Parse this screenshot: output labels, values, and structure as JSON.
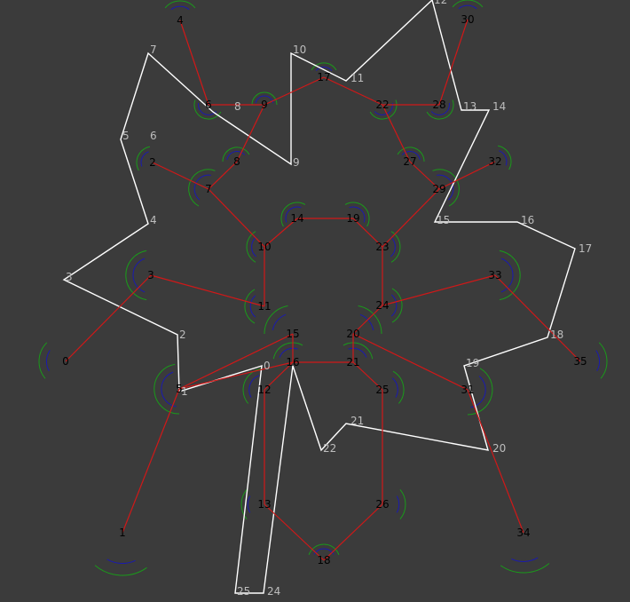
{
  "colors": {
    "background": "#3b3b3b",
    "edge": "#d01818",
    "polygon": "#ffffff",
    "arc_primary": "#1a9a1a",
    "arc_secondary": "#1a1ab0",
    "node_label": "#000000",
    "polygon_label": "#bdbdbd"
  },
  "nodes": [
    {
      "id": "0",
      "label": "0"
    },
    {
      "id": "1",
      "label": "1"
    },
    {
      "id": "2",
      "label": "2"
    },
    {
      "id": "3",
      "label": "3"
    },
    {
      "id": "4",
      "label": "4"
    },
    {
      "id": "5",
      "label": "5"
    },
    {
      "id": "6",
      "label": "6"
    },
    {
      "id": "7",
      "label": "7"
    },
    {
      "id": "8",
      "label": "8"
    },
    {
      "id": "9",
      "label": "9"
    },
    {
      "id": "10",
      "label": "10"
    },
    {
      "id": "11",
      "label": "11"
    },
    {
      "id": "12",
      "label": "12"
    },
    {
      "id": "13",
      "label": "13"
    },
    {
      "id": "14",
      "label": "14"
    },
    {
      "id": "15",
      "label": "15"
    },
    {
      "id": "16",
      "label": "16"
    },
    {
      "id": "17",
      "label": "17"
    },
    {
      "id": "18",
      "label": "18"
    },
    {
      "id": "19",
      "label": "19"
    },
    {
      "id": "20",
      "label": "20"
    },
    {
      "id": "21",
      "label": "21"
    },
    {
      "id": "22",
      "label": "22"
    },
    {
      "id": "23",
      "label": "23"
    },
    {
      "id": "24",
      "label": "24"
    },
    {
      "id": "25",
      "label": "25"
    },
    {
      "id": "26",
      "label": "26"
    },
    {
      "id": "27",
      "label": "27"
    },
    {
      "id": "28",
      "label": "28"
    },
    {
      "id": "29",
      "label": "29"
    },
    {
      "id": "30",
      "label": "30"
    },
    {
      "id": "31",
      "label": "31"
    },
    {
      "id": "32",
      "label": "32"
    },
    {
      "id": "33",
      "label": "33"
    },
    {
      "id": "34",
      "label": "34"
    },
    {
      "id": "35",
      "label": "35"
    }
  ],
  "edges": [
    [
      "0",
      "3"
    ],
    [
      "3",
      "11"
    ],
    [
      "11",
      "10"
    ],
    [
      "10",
      "7"
    ],
    [
      "7",
      "2"
    ],
    [
      "7",
      "8"
    ],
    [
      "8",
      "9"
    ],
    [
      "9",
      "6"
    ],
    [
      "6",
      "4"
    ],
    [
      "9",
      "17"
    ],
    [
      "17",
      "22"
    ],
    [
      "22",
      "28"
    ],
    [
      "28",
      "30"
    ],
    [
      "22",
      "27"
    ],
    [
      "27",
      "29"
    ],
    [
      "29",
      "32"
    ],
    [
      "29",
      "23"
    ],
    [
      "23",
      "19"
    ],
    [
      "19",
      "14"
    ],
    [
      "14",
      "10"
    ],
    [
      "23",
      "24"
    ],
    [
      "24",
      "33"
    ],
    [
      "24",
      "20"
    ],
    [
      "20",
      "21"
    ],
    [
      "21",
      "16"
    ],
    [
      "16",
      "15"
    ],
    [
      "15",
      "5"
    ],
    [
      "5",
      "1"
    ],
    [
      "5",
      "16"
    ],
    [
      "16",
      "12"
    ],
    [
      "12",
      "13"
    ],
    [
      "13",
      "18"
    ],
    [
      "18",
      "26"
    ],
    [
      "26",
      "25"
    ],
    [
      "25",
      "21"
    ],
    [
      "20",
      "31"
    ],
    [
      "31",
      "34"
    ],
    [
      "33",
      "35"
    ]
  ],
  "polygon": {
    "labels": [
      "0",
      "1",
      "2",
      "3",
      "4",
      "5",
      "6",
      "7",
      "8",
      "9",
      "10",
      "11",
      "12",
      "13",
      "14",
      "15",
      "16",
      "17",
      "18",
      "19",
      "20",
      "21",
      "22",
      "24",
      "25"
    ]
  }
}
